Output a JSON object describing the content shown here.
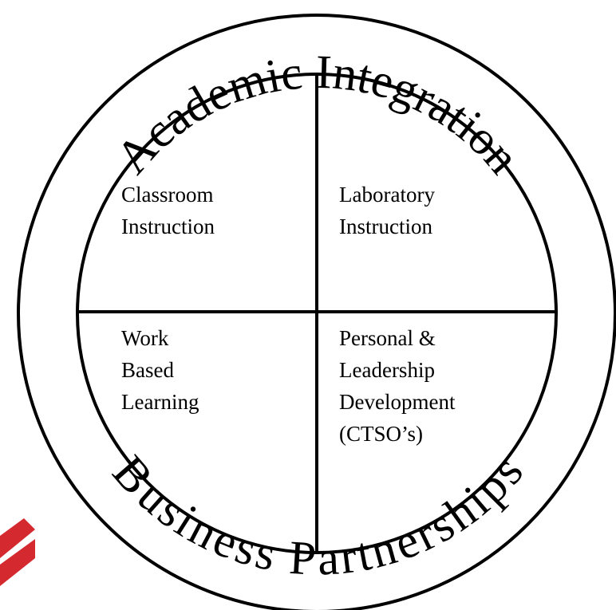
{
  "ring": {
    "top_label": "Academic Integration",
    "bottom_label": "Business Partnerships"
  },
  "quadrants": {
    "top_left": [
      "Classroom",
      "Instruction"
    ],
    "top_right": [
      "Laboratory",
      "Instruction"
    ],
    "bottom_left": [
      "Work",
      "Based",
      "Learning"
    ],
    "bottom_right": [
      "Personal &",
      "Leadership",
      "Development",
      "(CTSO’s)"
    ]
  },
  "colors": {
    "stroke": "#000000",
    "text": "#000000",
    "background": "#ffffff",
    "corner_accent": "#d42a2f"
  }
}
